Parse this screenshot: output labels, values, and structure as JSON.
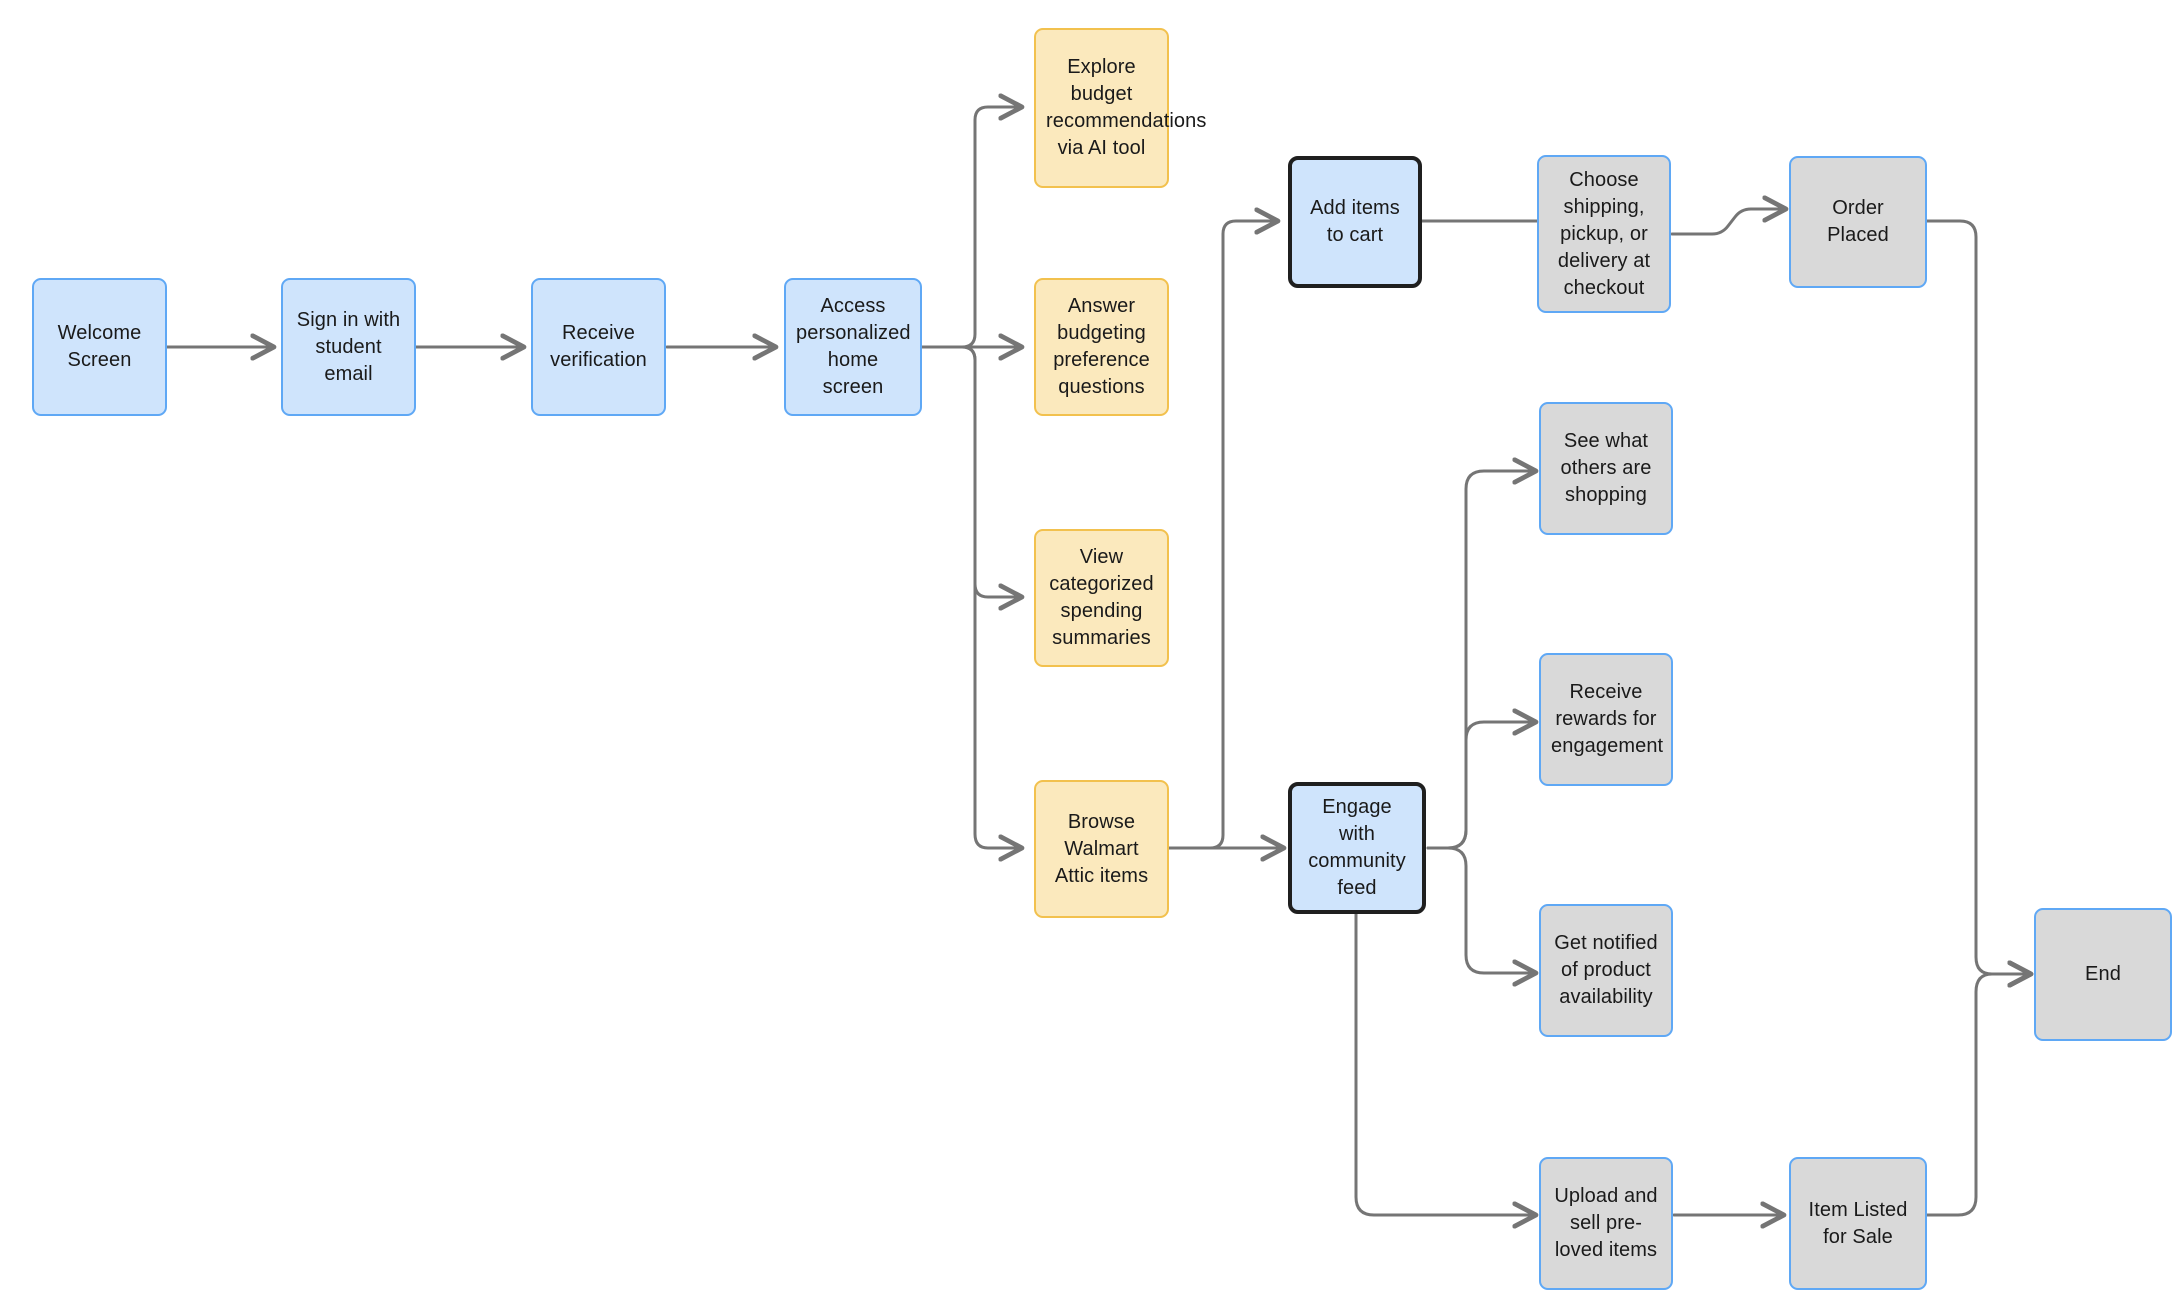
{
  "diagram": {
    "title": "Student shopping and budgeting app user flow",
    "background": "#ffffff",
    "colors": {
      "blue_fill": "#cfe4fc",
      "blue_border": "#5fa8f5",
      "yellow_fill": "#fbe9bd",
      "yellow_border": "#f2c14e",
      "gray_fill": "#d9d9d9",
      "emphasis_border": "#1f1f1f",
      "edge": "#757575",
      "text": "#1a1a1a"
    }
  },
  "nodes": {
    "welcome_screen": "Welcome Screen",
    "sign_in": "Sign in with student email",
    "receive_verification": "Receive verification",
    "access_home": "Access personalized home screen",
    "explore_budget": "Explore budget recommendations via AI tool",
    "answer_budgeting": "Answer budgeting preference questions",
    "view_spending": "View categorized spending summaries",
    "browse_attic": "Browse Walmart Attic items",
    "add_to_cart": "Add items to cart",
    "choose_shipping": "Choose shipping, pickup, or delivery at checkout",
    "order_placed": "Order Placed",
    "engage_community": "Engage with community feed",
    "see_others": "See what others are shopping",
    "receive_rewards": "Receive rewards for engagement",
    "get_notified": "Get notified of product availability",
    "upload_sell": "Upload and sell pre-loved items",
    "item_listed": "Item Listed for Sale",
    "end": "End"
  }
}
